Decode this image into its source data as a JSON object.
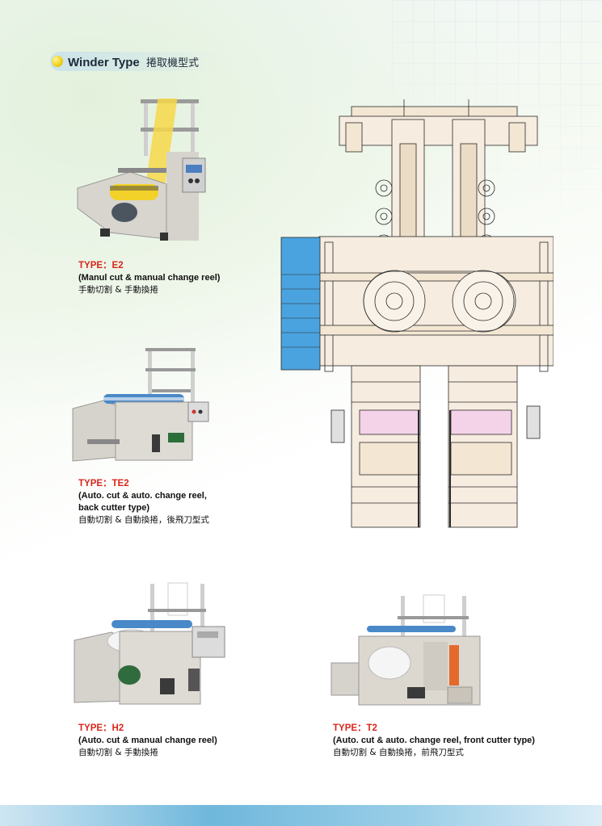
{
  "header": {
    "title_en": "Winder Type",
    "title_zh": "捲取機型式"
  },
  "products": [
    {
      "type_label": "TYPE：E2",
      "desc_en": "(Manul cut & manual change reel)",
      "desc_zh": "手動切割 & 手動換捲"
    },
    {
      "type_label": "TYPE：TE2",
      "desc_en_1": "(Auto. cut & auto. change reel,",
      "desc_en_2": "back cutter type)",
      "desc_zh": "自動切割 & 自動換捲，後飛刀型式"
    },
    {
      "type_label": "TYPE：H2",
      "desc_en": "(Auto. cut & manual change reel)",
      "desc_zh": "自動切割 & 手動換捲"
    },
    {
      "type_label": "TYPE：T2",
      "desc_en": "(Auto. cut & auto. change reel, front cutter type)",
      "desc_zh": "自動切割 & 自動換捲，前飛刀型式"
    }
  ],
  "colors": {
    "accent_red": "#d9261c",
    "bullet_yellow": "#f3d11d",
    "diagram_blue": "#4aa3de",
    "diagram_pink": "#f4d3e8",
    "diagram_beige": "#f3e6d3"
  },
  "icons": [
    "bullet-icon"
  ]
}
